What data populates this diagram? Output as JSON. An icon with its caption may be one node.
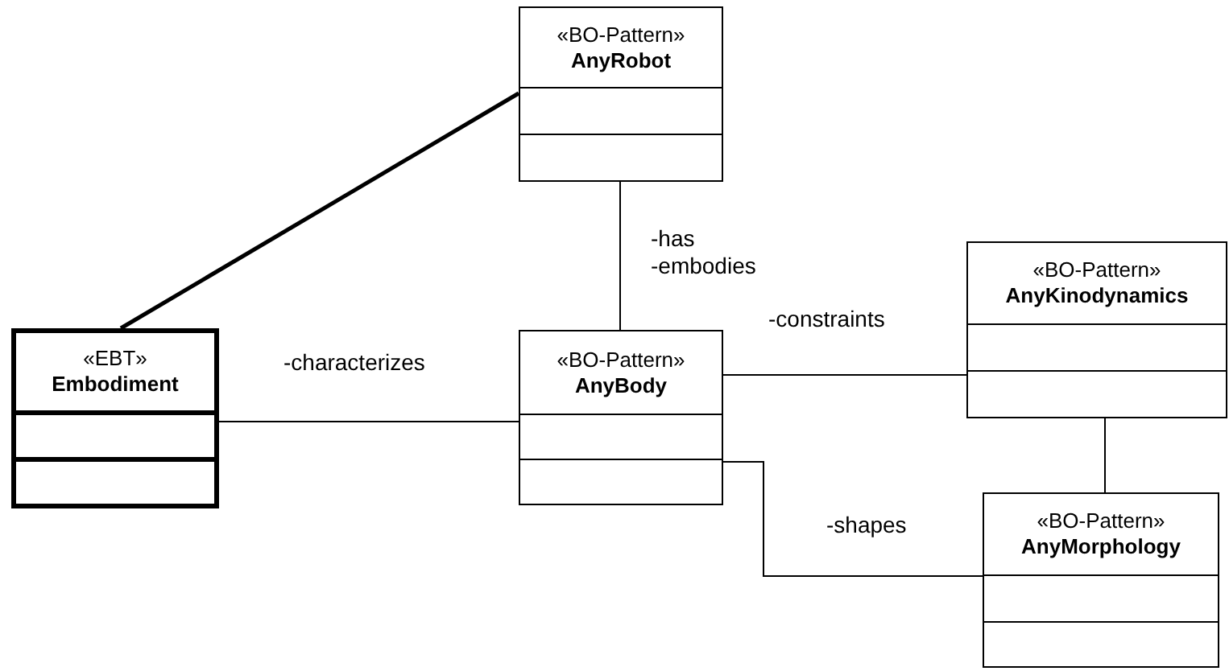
{
  "diagram": {
    "nodes": [
      {
        "text": [
          "«BO-Pattern»",
          "AnyRobot"
        ]
      },
      {
        "text": [
          "«EBT»",
          "Embodiment"
        ]
      },
      {
        "text": [
          "«BO-Pattern»",
          "AnyBody"
        ]
      },
      {
        "text": [
          "«BO-Pattern»",
          "AnyKinodynamics"
        ]
      },
      {
        "text": [
          "«BO-Pattern»",
          "AnyMorphology"
        ]
      }
    ],
    "edges": [
      {
        "from": 0,
        "to": 1,
        "arrow": "none",
        "style": "thick"
      },
      {
        "from": 0,
        "to": 2,
        "arrow": "none",
        "label": "-has -embodies"
      },
      {
        "from": 1,
        "to": 2,
        "arrow": "none",
        "label": "-characterizes"
      },
      {
        "from": 2,
        "to": 3,
        "arrow": "none",
        "label": "-constraints"
      },
      {
        "from": 3,
        "to": 4,
        "arrow": "none"
      },
      {
        "from": 2,
        "to": 4,
        "arrow": "none",
        "label": "-shapes"
      }
    ]
  }
}
